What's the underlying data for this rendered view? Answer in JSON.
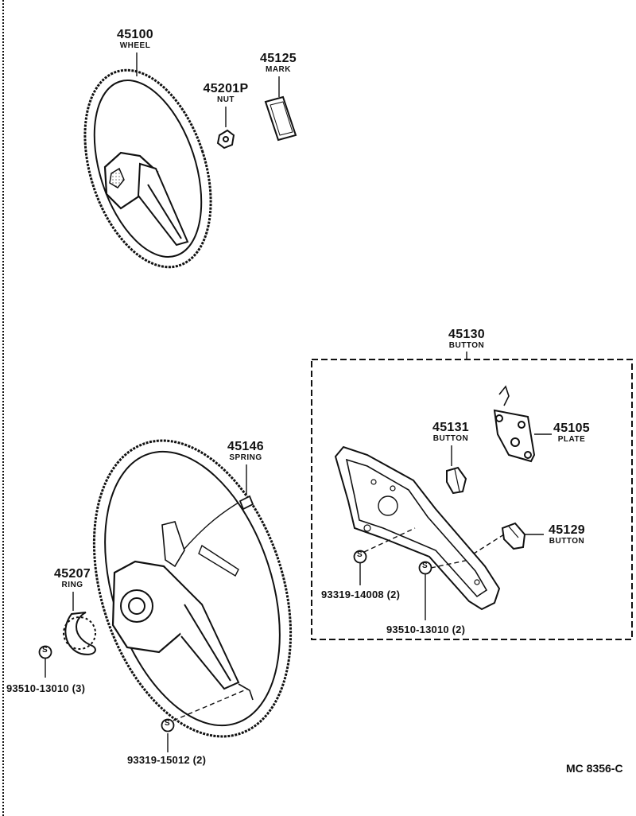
{
  "diagram": {
    "code": "MC 8356-C"
  },
  "parts": {
    "p45100": {
      "number": "45100",
      "name": "WHEEL"
    },
    "p45125": {
      "number": "45125",
      "name": "MARK"
    },
    "p45201": {
      "number": "45201P",
      "name": "NUT"
    },
    "p45130": {
      "number": "45130",
      "name": "BUTTON"
    },
    "p45131": {
      "number": "45131",
      "name": "BUTTON"
    },
    "p45105": {
      "number": "45105",
      "name": "PLATE"
    },
    "p45146": {
      "number": "45146",
      "name": "SPRING"
    },
    "p45129": {
      "number": "45129",
      "name": "BUTTON"
    },
    "p45207": {
      "number": "45207",
      "name": "RING"
    }
  },
  "std_parts": {
    "s93319_14008": {
      "symbol": "S",
      "text": "93319-14008 (2)"
    },
    "s93510_13010_2": {
      "symbol": "S",
      "text": "93510-13010 (2)"
    },
    "s93510_13010_3": {
      "symbol": "S",
      "text": "93510-13010 (3)"
    },
    "s93319_15012": {
      "symbol": "S",
      "text": "93319-15012 (2)"
    }
  }
}
